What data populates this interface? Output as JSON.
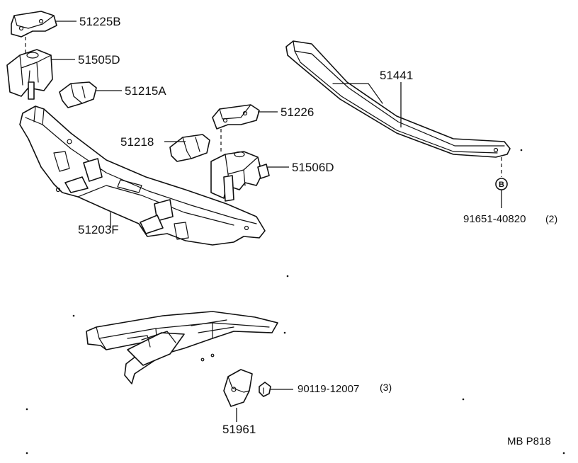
{
  "diagram": {
    "labels": {
      "p51225B": "51225B",
      "p51505D": "51505D",
      "p51215A": "51215A",
      "p51226": "51226",
      "p51218": "51218",
      "p51506D": "51506D",
      "p51203F": "51203F",
      "p51441": "51441",
      "p91651": "91651-40820",
      "p91651_qty": "(2)",
      "bolt_marker": "B",
      "p51961": "51961",
      "p90119": "90119-12007",
      "p90119_qty": "(3)",
      "diagram_code": "MB P818"
    }
  }
}
